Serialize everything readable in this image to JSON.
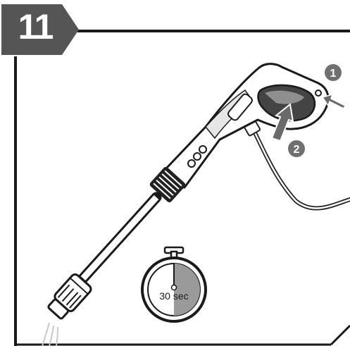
{
  "step": {
    "number": "11"
  },
  "callouts": [
    {
      "number": "1"
    },
    {
      "number": "2"
    }
  ],
  "timer": {
    "label": "30 sec"
  },
  "colors": {
    "badge": "#555555",
    "frame": "#1a1a1a",
    "callout": "#707070",
    "timer_fill": "#9a9a9a"
  },
  "icons": [
    "stopwatch-icon",
    "arrow-icon",
    "spray-gun-illustration"
  ]
}
